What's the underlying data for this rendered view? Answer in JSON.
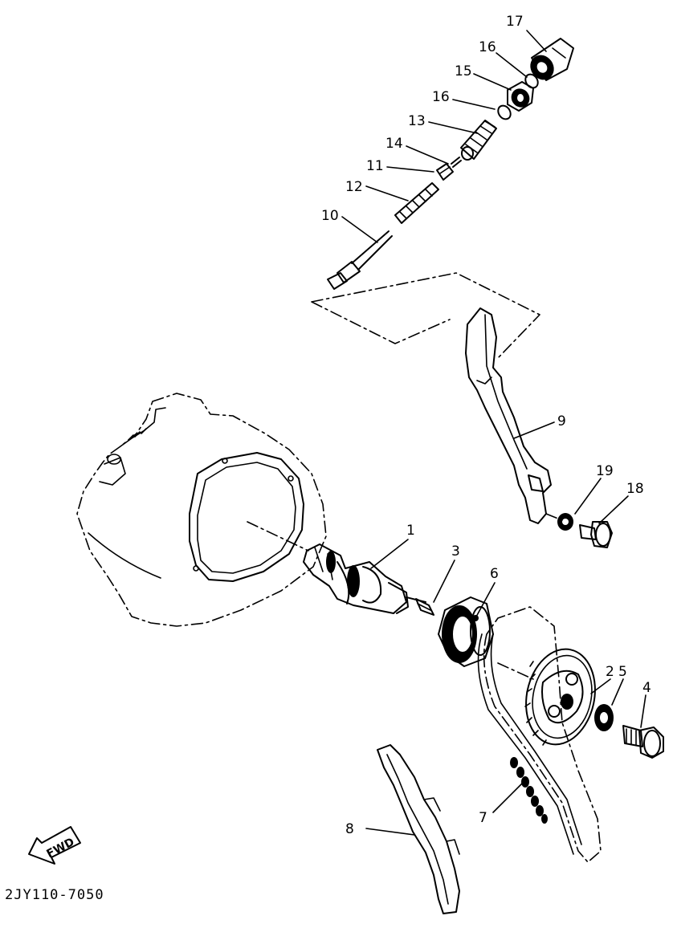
{
  "diagram_code": "2JY110-7050",
  "fwd_label": "FWD",
  "callouts": {
    "c1": "1",
    "c2": "2",
    "c3": "3",
    "c4": "4",
    "c5": "5",
    "c6": "6",
    "c7": "7",
    "c8": "8",
    "c9": "9",
    "c10": "10",
    "c11": "11",
    "c12": "12",
    "c13": "13",
    "c14": "14",
    "c15": "15",
    "c16a": "16",
    "c16b": "16",
    "c17": "17",
    "c18": "18",
    "c19": "19"
  }
}
